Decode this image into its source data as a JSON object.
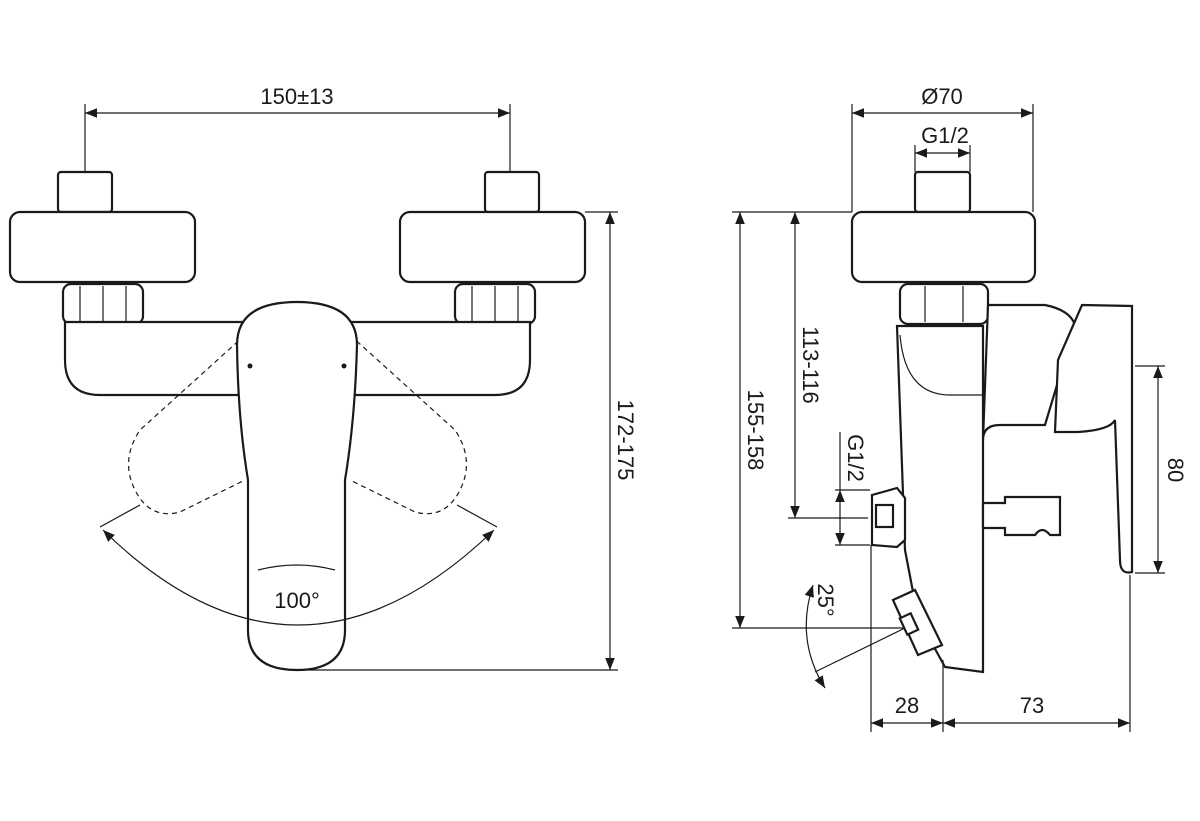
{
  "front_view": {
    "inlet_spacing": "150±13",
    "height": "172-175",
    "lever_angle": "100°"
  },
  "side_view": {
    "escutcheon_diameter": "Ø70",
    "inlet_thread": "G1/2",
    "outlet_height": "155-158",
    "connection_height": "113-116",
    "outlet_thread": "G1/2",
    "lever_height": "80",
    "tilt_angle": "25°",
    "outlet_depth": "28",
    "body_depth": "73"
  }
}
